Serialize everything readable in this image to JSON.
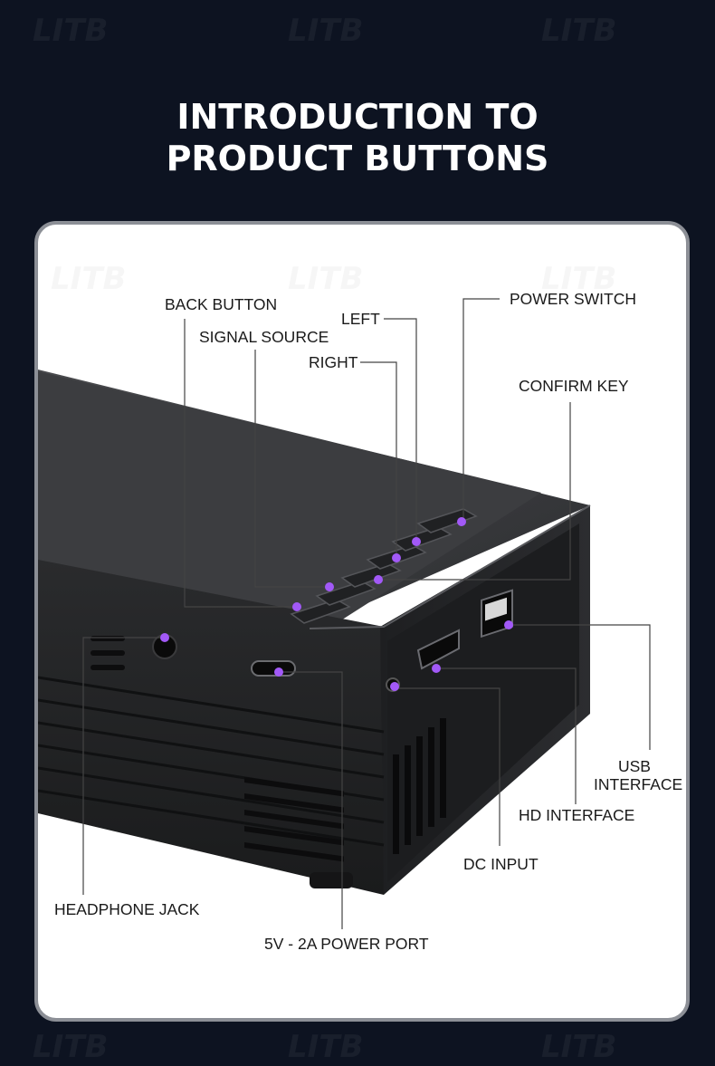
{
  "title": {
    "line1": "INTRODUCTION TO",
    "line2": "PRODUCT BUTTONS"
  },
  "labels": {
    "back_button": "BACK BUTTON",
    "left": "LEFT",
    "power_switch": "POWER SWITCH",
    "signal_source": "SIGNAL SOURCE",
    "right": "RIGHT",
    "confirm_key": "CONFIRM KEY",
    "usb_interface_line1": "USB",
    "usb_interface_line2": "INTERFACE",
    "hd_interface": "HD INTERFACE",
    "dc_input": "DC INPUT",
    "headphone_jack": "HEADPHONE JACK",
    "power_port": "5V - 2A POWER PORT"
  },
  "watermark": "LITB",
  "colors": {
    "background": "#0d1321",
    "card": "#ffffff",
    "marker": "#a259f7",
    "device": "#2b2c2e"
  }
}
